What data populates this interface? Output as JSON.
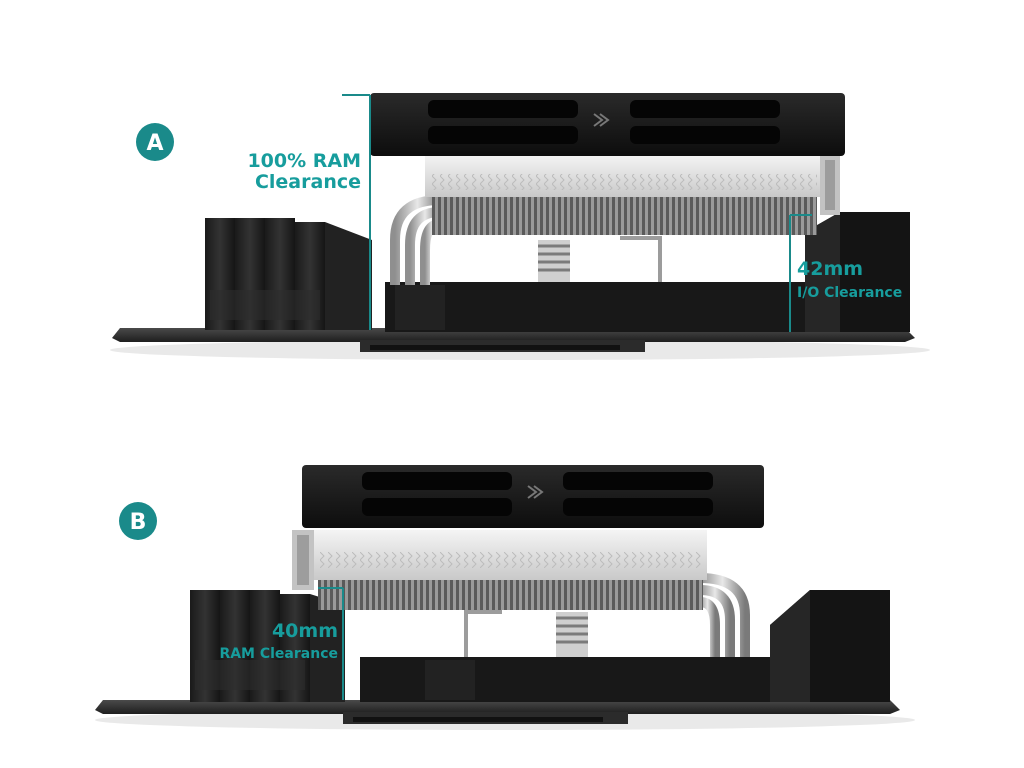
{
  "colors": {
    "accent": "#1a8a8a",
    "accent_text": "#179d9d",
    "label_text": "#ffffff"
  },
  "config_a": {
    "badge": "A",
    "ram_clearance_line1": "100% RAM",
    "ram_clearance_line2": "Clearance",
    "io_clearance_value": "42mm",
    "io_clearance_label": "I/O Clearance"
  },
  "config_b": {
    "badge": "B",
    "ram_clearance_value": "40mm",
    "ram_clearance_label": "RAM Clearance"
  }
}
